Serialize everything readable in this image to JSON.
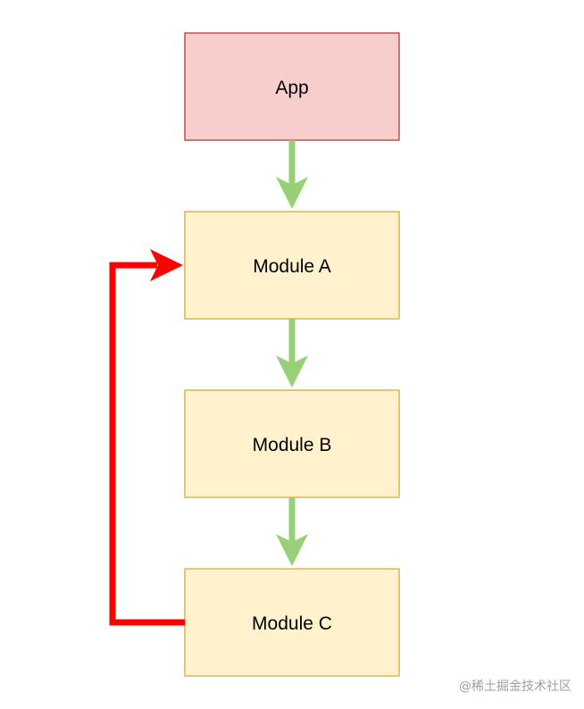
{
  "nodes": {
    "app": {
      "label": "App",
      "fill": "#f8cecc",
      "stroke": "#b85450"
    },
    "module_a": {
      "label": "Module A",
      "fill": "#fff2cc",
      "stroke": "#d6b656"
    },
    "module_b": {
      "label": "Module B",
      "fill": "#fff2cc",
      "stroke": "#d6b656"
    },
    "module_c": {
      "label": "Module C",
      "fill": "#fff2cc",
      "stroke": "#d6b656"
    }
  },
  "edges": {
    "dependency_color": "#97d077",
    "cycle_color": "#ff0000"
  },
  "watermark": "@稀土掘金技术社区"
}
